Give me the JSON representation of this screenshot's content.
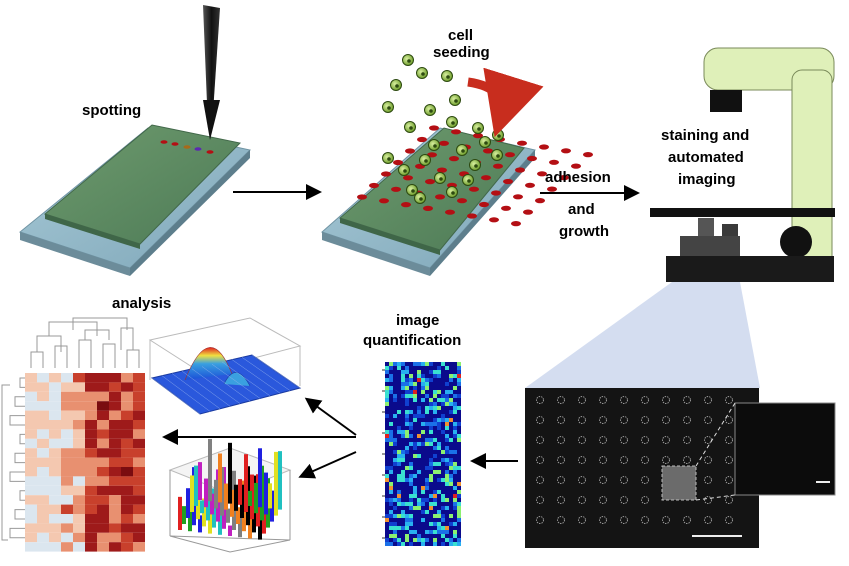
{
  "labels": {
    "spotting": "spotting",
    "cell_seeding_1": "cell",
    "cell_seeding_2": "seeding",
    "adhesion": "adhesion",
    "and": "and",
    "growth": "growth",
    "staining_1": "staining and",
    "staining_2": "automated",
    "staining_3": "imaging",
    "analysis": "analysis",
    "image_quant_1": "image",
    "image_quant_2": "quantification"
  },
  "colors": {
    "slide_top": "#8fb5c8",
    "slide_gel": "#5d8a64",
    "spot_red": "#b40f14",
    "cell_green": "#9ccc52",
    "arrow_red": "#c82d1e",
    "microscope_body": "#dff0b9",
    "heatmap_dark": "#0a0a8c"
  }
}
